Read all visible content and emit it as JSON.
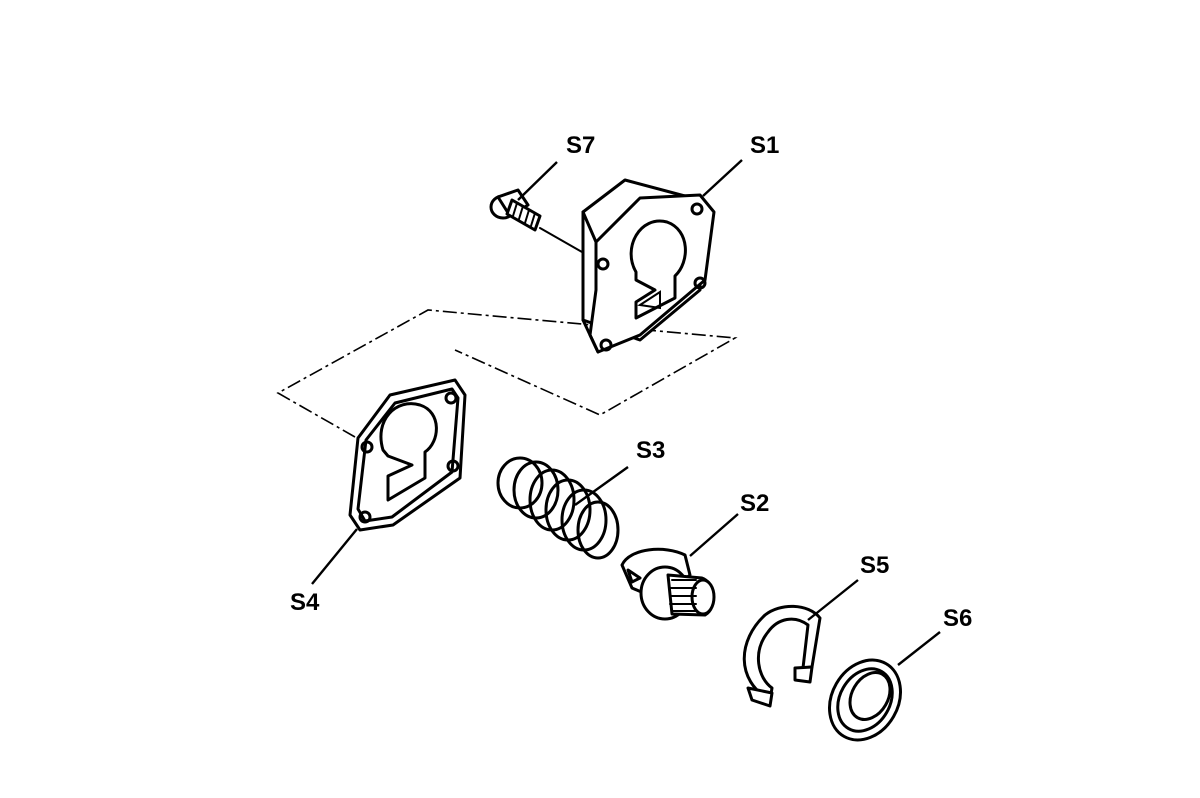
{
  "diagram": {
    "parts": [
      {
        "id": "s1",
        "label": "S1"
      },
      {
        "id": "s2",
        "label": "S2"
      },
      {
        "id": "s3",
        "label": "S3"
      },
      {
        "id": "s4",
        "label": "S4"
      },
      {
        "id": "s5",
        "label": "S5"
      },
      {
        "id": "s6",
        "label": "S6"
      },
      {
        "id": "s7",
        "label": "S7"
      }
    ]
  }
}
